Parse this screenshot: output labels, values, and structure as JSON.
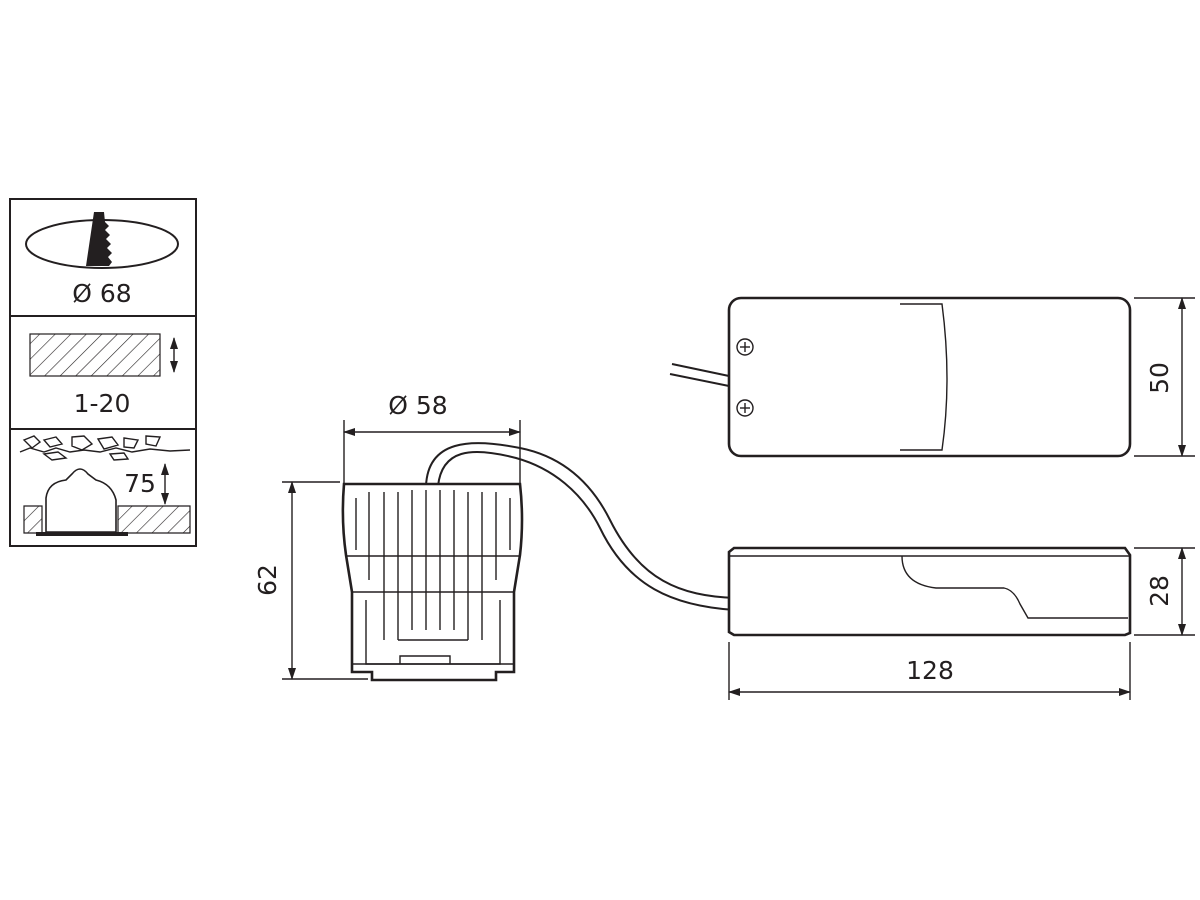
{
  "install": {
    "cutout_label": "Ø 68",
    "ceiling_label": "1-20",
    "depth_label": "75"
  },
  "dimensions": {
    "diameter_label": "Ø 58",
    "height_label": "62",
    "driver_width_label": "50",
    "driver_height_label": "28",
    "driver_length_label": "128"
  },
  "colors": {
    "line": "#231f20",
    "background": "#ffffff"
  }
}
